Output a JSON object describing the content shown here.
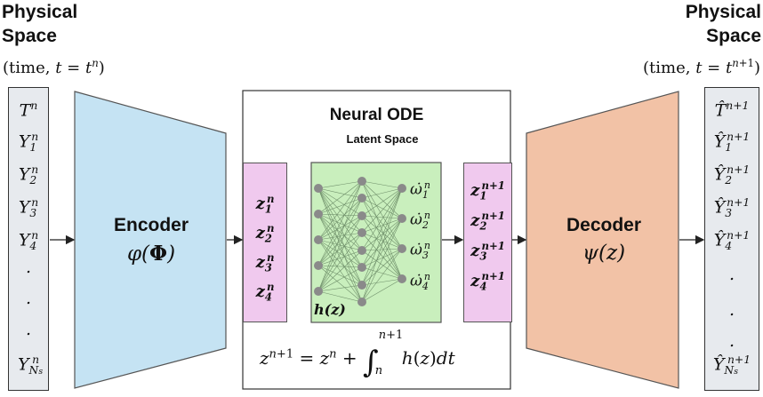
{
  "left_header": {
    "line1": "Physical",
    "line2": "Space",
    "time": "(time, t = tⁿ)"
  },
  "right_header": {
    "line1": "Physical",
    "line2": "Space",
    "time": "(time, t = tⁿ⁺¹)"
  },
  "input_vars": [
    "Tⁿ",
    "Y₁ⁿ",
    "Y₂ⁿ",
    "Y₃ⁿ",
    "Y₄ⁿ",
    ".",
    ".",
    ".",
    "Y_Nₛⁿ"
  ],
  "output_vars": [
    "T̂ⁿ⁺¹",
    "Ŷ₁ⁿ⁺¹",
    "Ŷ₂ⁿ⁺¹",
    "Ŷ₃ⁿ⁺¹",
    "Ŷ₄ⁿ⁺¹",
    ".",
    ".",
    ".",
    "Ŷ_Nₛⁿ⁺¹"
  ],
  "encoder": {
    "title": "Encoder",
    "fn": "φ(Φ)"
  },
  "decoder": {
    "title": "Decoder",
    "fn": "ψ(z)"
  },
  "neural_ode": {
    "title": "Neural ODE",
    "subtitle": "Latent Space",
    "z_in": [
      "z₁ⁿ",
      "z₂ⁿ",
      "z₃ⁿ",
      "z₄ⁿ"
    ],
    "z_out": [
      "z₁ⁿ⁺¹",
      "z₂ⁿ⁺¹",
      "z₃ⁿ⁺¹",
      "z₄ⁿ⁺¹"
    ],
    "omega": [
      "ω̇₁ⁿ",
      "ω̇₂ⁿ",
      "ω̇₃ⁿ",
      "ω̇₄ⁿ"
    ],
    "h_label": "h(z)",
    "equation": "zⁿ⁺¹ = zⁿ + ∫ₙⁿ⁺¹ h(z)dt"
  },
  "colors": {
    "encoder": "#c5e3f3",
    "decoder": "#f2c2a6",
    "latent": "#f0c9ee",
    "network": "#c9efbd",
    "node": "#8a8a8a",
    "phys": "#e7eaee"
  }
}
